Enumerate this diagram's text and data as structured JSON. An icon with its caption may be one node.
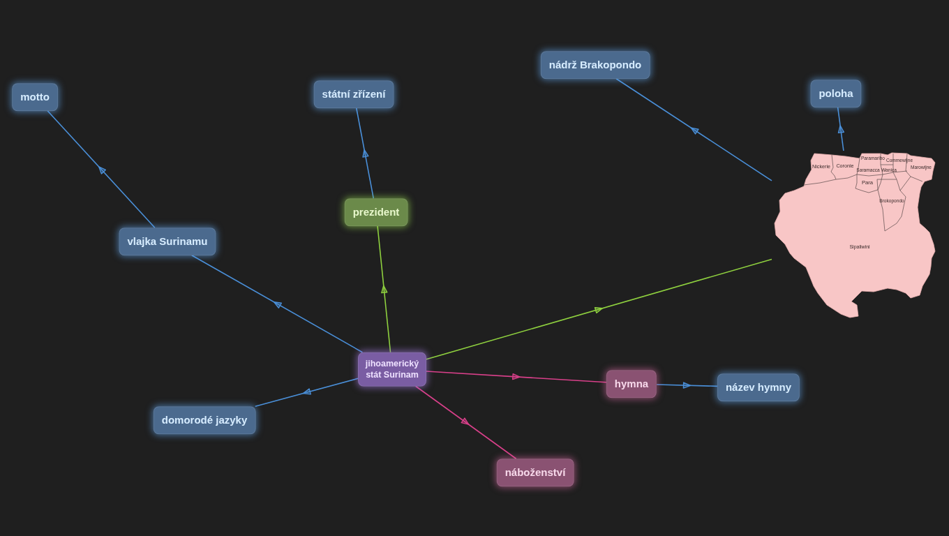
{
  "diagram": {
    "nodes": [
      {
        "text": [
          "motto"
        ]
      },
      {
        "text": [
          "státní zřízení"
        ]
      },
      {
        "text": [
          "nádrž Brakopondo"
        ]
      },
      {
        "text": [
          "poloha"
        ]
      },
      {
        "text": [
          "prezident"
        ]
      },
      {
        "text": [
          "vlajka Surinamu"
        ]
      },
      {
        "text": [],
        "shape": "picture"
      },
      {
        "text": [
          "jihoamerický stát Surinam"
        ]
      },
      {
        "text": [
          "hymna"
        ]
      },
      {
        "text": [
          "název hymny"
        ]
      },
      {
        "text": [
          "domorodé jazyky"
        ]
      },
      {
        "text": [
          "náboženství"
        ]
      }
    ],
    "edges": [
      {
        "from": 7,
        "to": 5,
        "arrow": "to"
      },
      {
        "from": 5,
        "to": 0,
        "arrow": "to"
      },
      {
        "from": 7,
        "to": 4,
        "arrow": "to",
        "color": "#8fd13f"
      },
      {
        "from": 4,
        "to": 1,
        "arrow": "to"
      },
      {
        "from": 7,
        "to": 6,
        "arrow": "to",
        "color": "#8fd13f"
      },
      {
        "from": 6,
        "to": 2,
        "arrow": "to"
      },
      {
        "from": 6,
        "to": 3,
        "arrow": "to"
      },
      {
        "from": 7,
        "to": 8,
        "arrow": "to",
        "color": "#d9408a"
      },
      {
        "from": 8,
        "to": 9,
        "arrow": "to"
      },
      {
        "from": 7,
        "to": 11,
        "arrow": "to",
        "color": "#d9408a"
      },
      {
        "from": 7,
        "to": 10,
        "arrow": "to"
      }
    ],
    "labels": [
      "Paramaribo",
      "Commewijne",
      "Nickerie",
      "Coronie",
      "Marowijne",
      "Saramacca",
      "Wanica",
      "Para",
      "Brokopondo",
      "Sipaliwini"
    ]
  }
}
